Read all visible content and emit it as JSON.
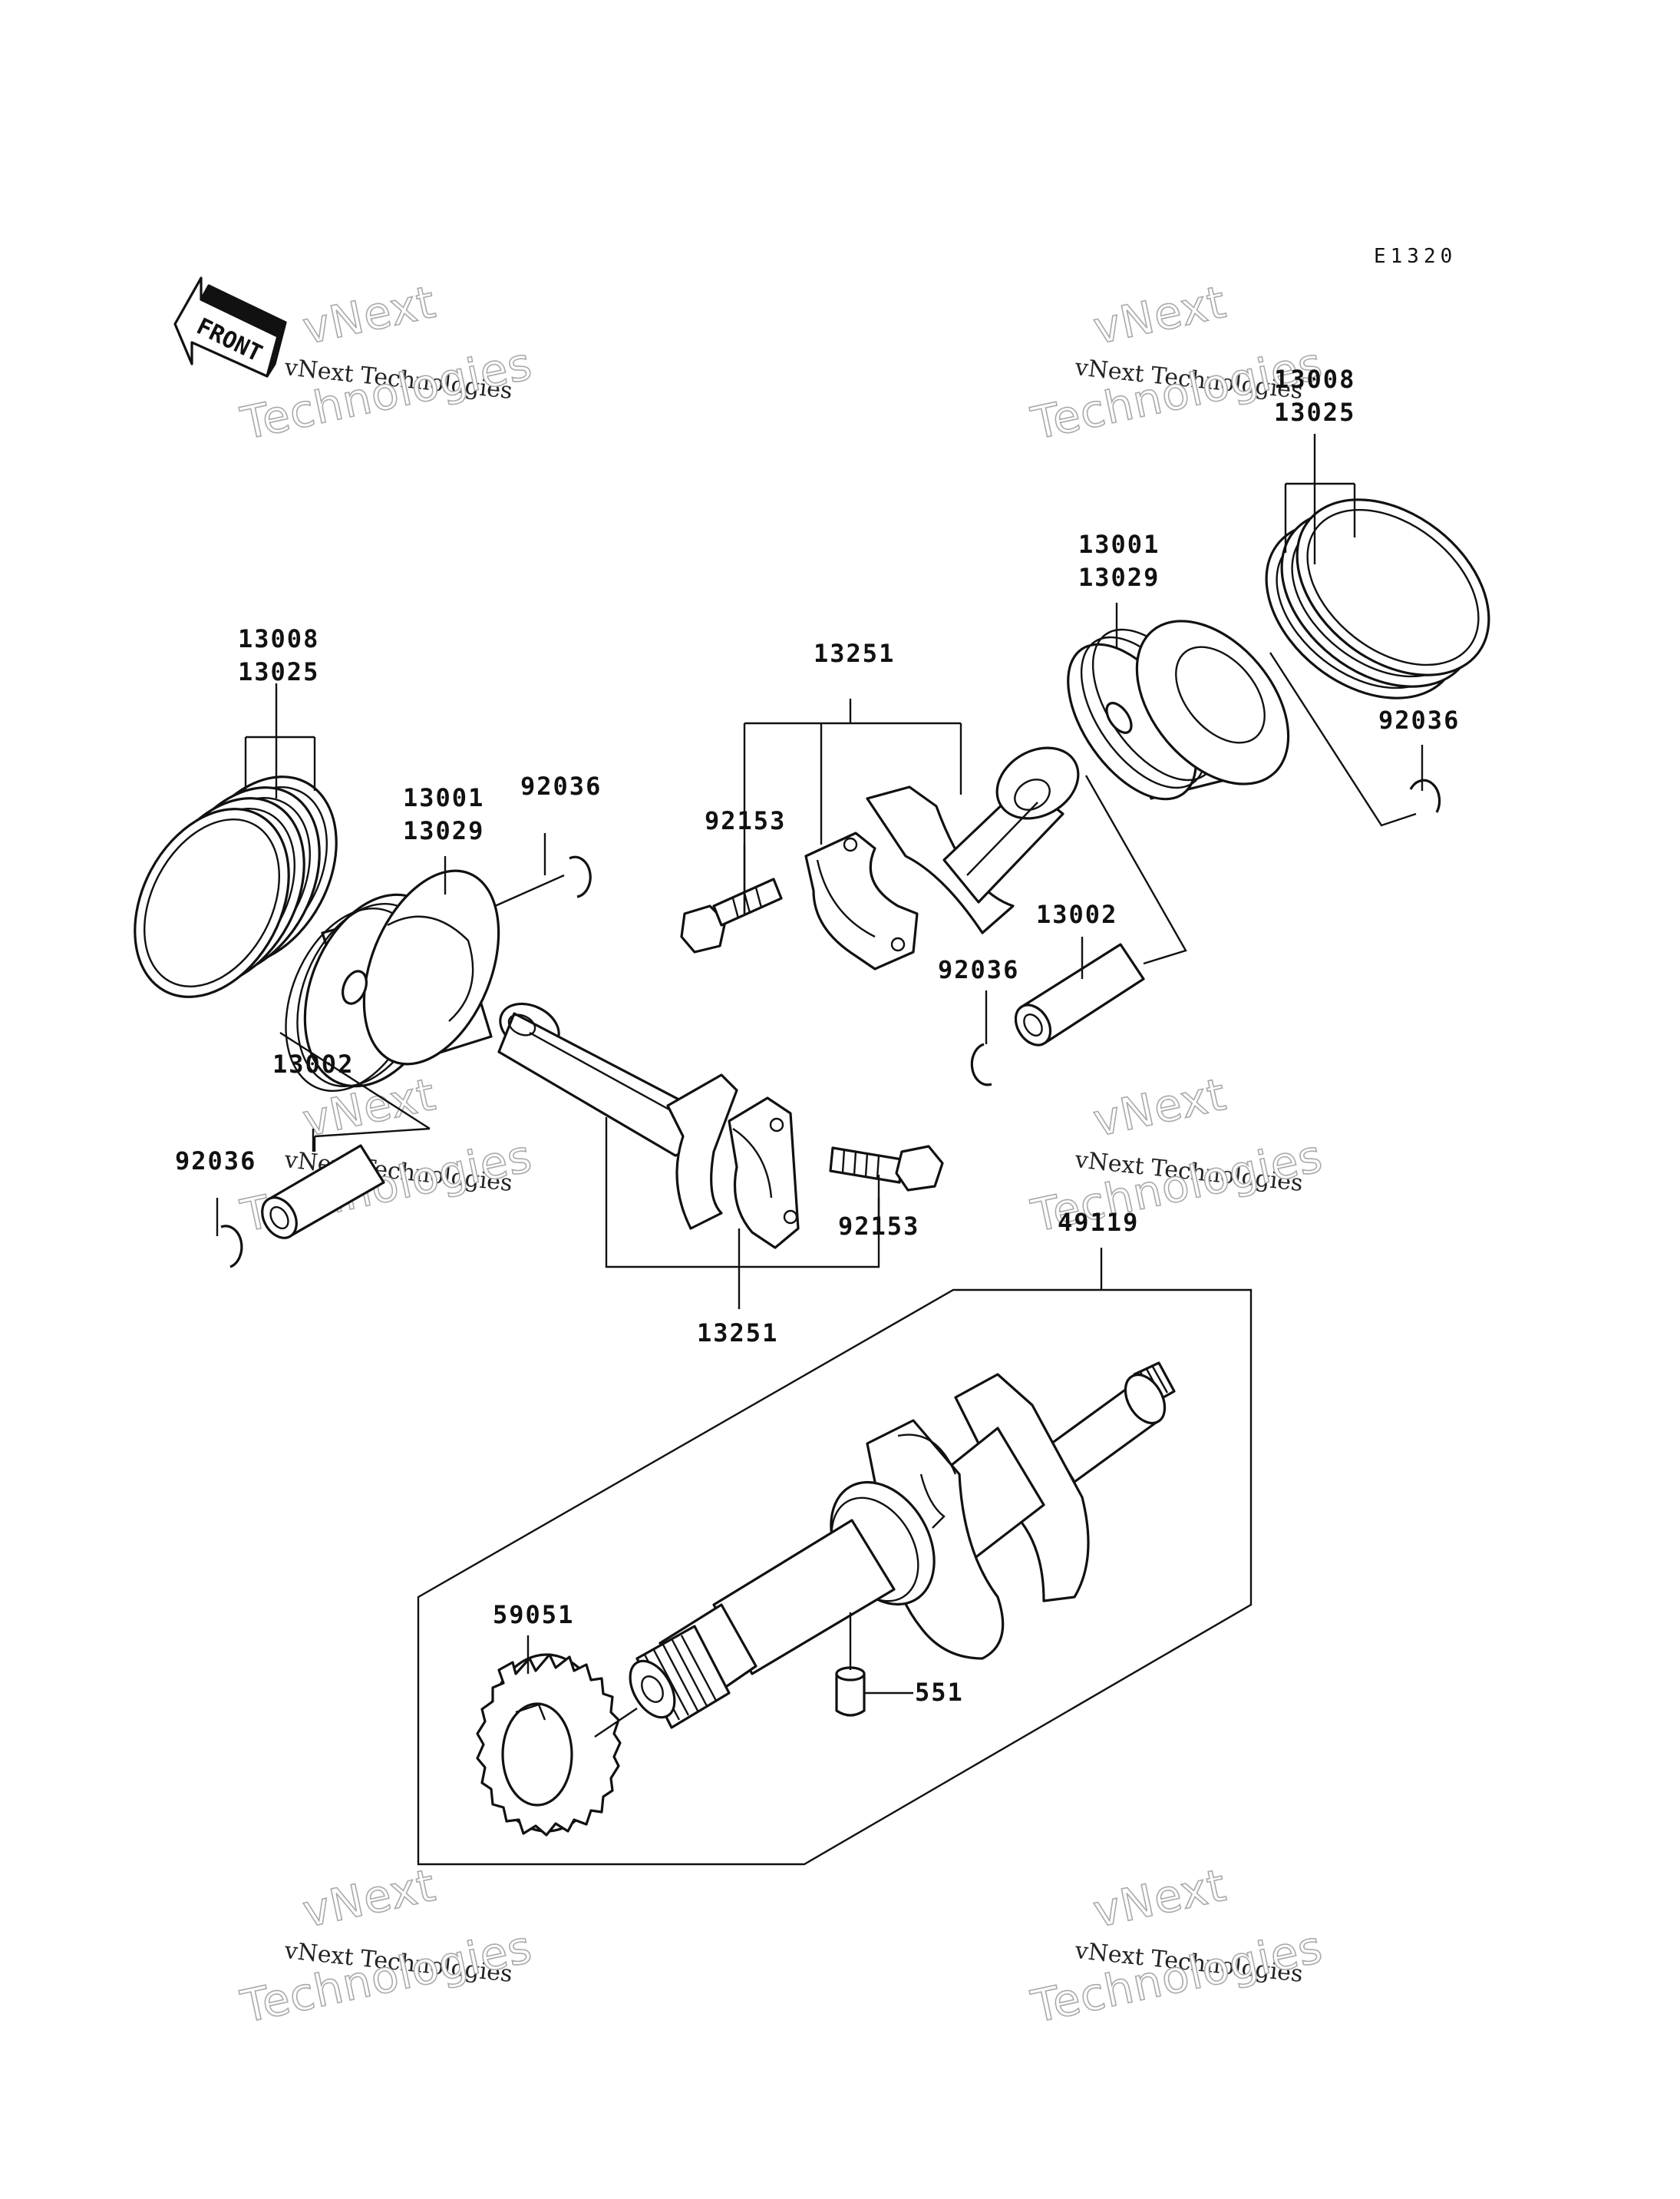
{
  "diagram_code": "E1320",
  "front_label": "FRONT",
  "watermark": {
    "line1": "vNext",
    "line2": "vNext Technologies",
    "line3": "Technologies"
  },
  "callouts": {
    "rings_left": [
      "13008",
      "13025"
    ],
    "piston_left": [
      "13001",
      "13029"
    ],
    "clip_left_upper": "92036",
    "pin_left": "13002",
    "clip_left_lower": "92036",
    "bolt_left": "92153",
    "rod_assy_left": "13251",
    "rod_assy_right": "13251",
    "bolt_right": "92153",
    "clip_right_mid": "92036",
    "pin_right": "13002",
    "piston_right": [
      "13001",
      "13029"
    ],
    "rings_right": [
      "13008",
      "13025"
    ],
    "clip_right_far": "92036",
    "crankshaft": "49119",
    "gear": "59051",
    "dowel": "551"
  }
}
